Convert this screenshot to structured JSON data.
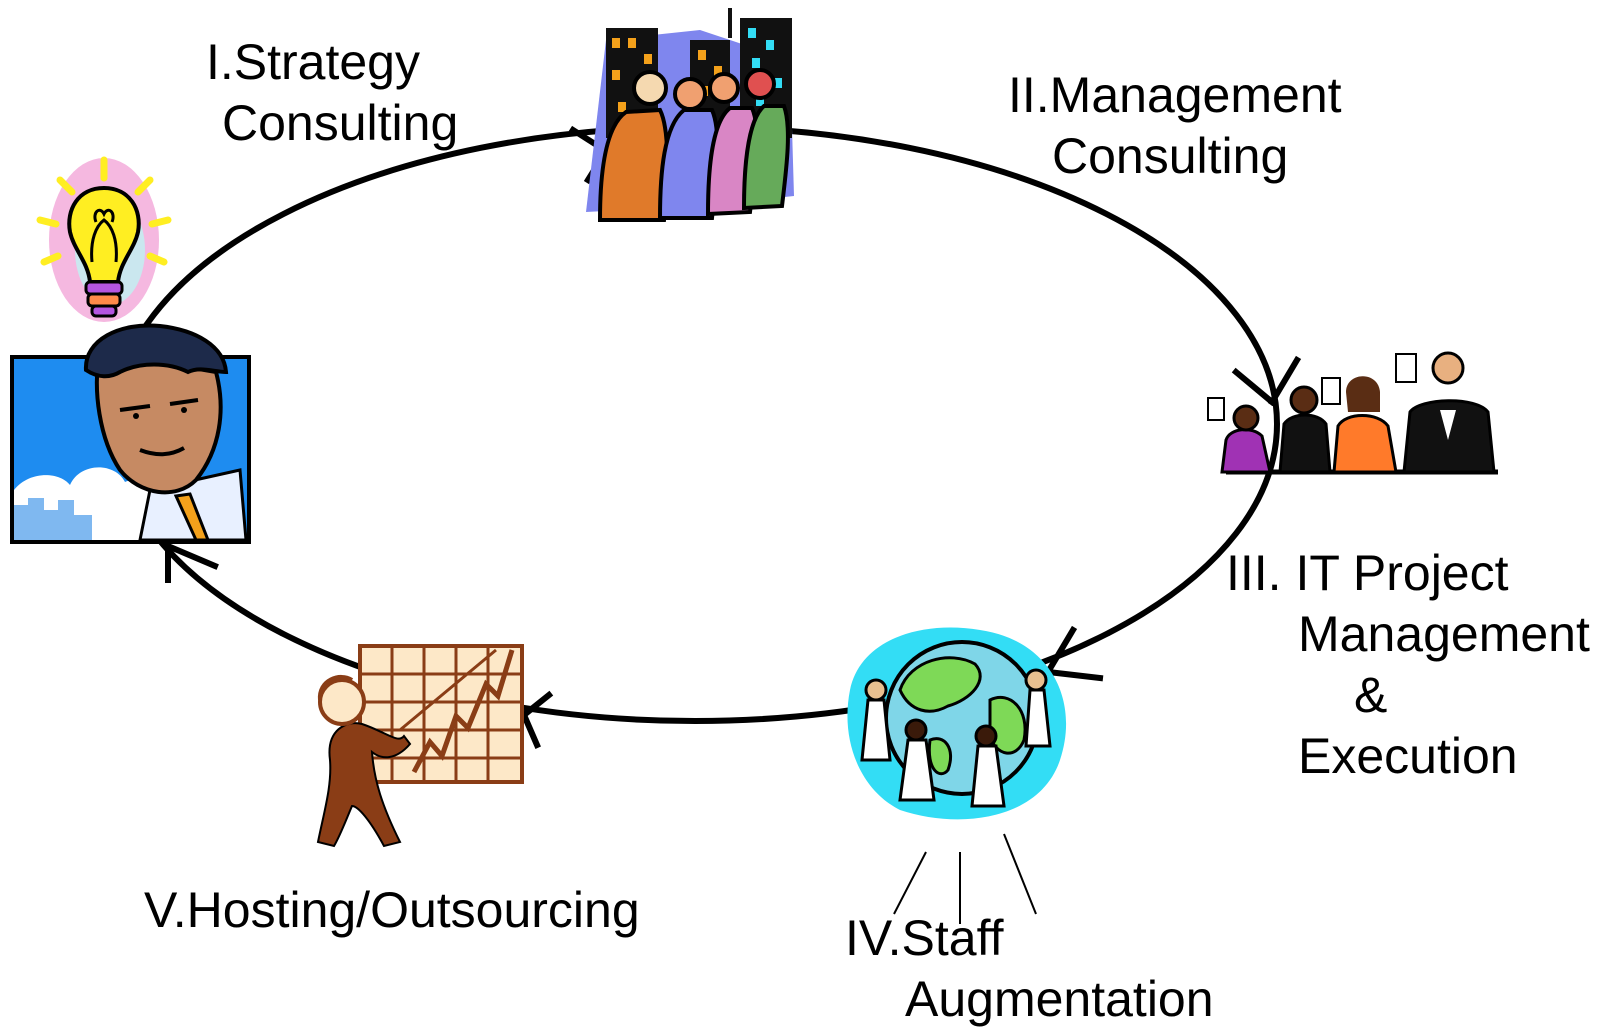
{
  "cycle": {
    "stages": [
      {
        "id": "I",
        "lines": [
          "I.Strategy",
          "Consulting"
        ],
        "icon": "lightbulb-businessman-icon"
      },
      {
        "id": "II",
        "lines": [
          "II.Management",
          "Consulting"
        ],
        "icon": "business-team-city-icon"
      },
      {
        "id": "III",
        "lines": [
          "III. IT Project",
          "Management",
          "&",
          "Execution"
        ],
        "icon": "voting-committee-icon"
      },
      {
        "id": "IV",
        "lines": [
          "IV.Staff",
          "Augmentation"
        ],
        "icon": "people-around-globe-icon"
      },
      {
        "id": "V",
        "lines": [
          "V.Hosting/Outsourcing"
        ],
        "icon": "presenter-growth-chart-icon"
      }
    ],
    "arrow_direction": "clockwise"
  },
  "colors": {
    "ring": "#000000",
    "sky_blue": "#1e8cf0",
    "city_violet": "#7f86ee",
    "bulb_yellow": "#ffee22",
    "globe_green": "#7ed957",
    "globe_cyan": "#33ddf5",
    "chart_brown": "#8a3d16",
    "chart_paper": "#fde8c8"
  }
}
